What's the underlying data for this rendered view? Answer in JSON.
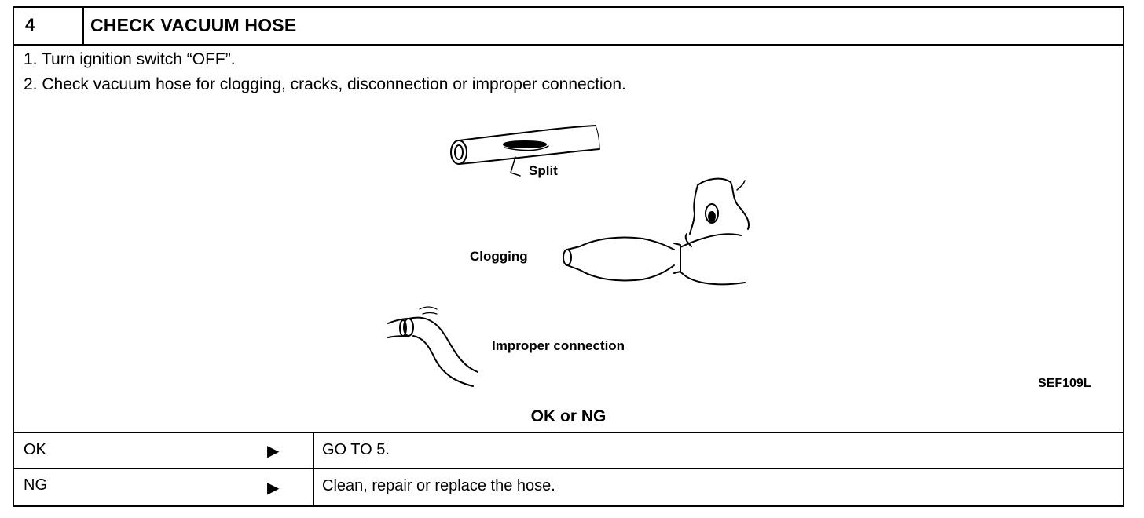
{
  "step": {
    "number": "4",
    "title": "CHECK VACUUM HOSE"
  },
  "instructions": [
    "1.  Turn ignition switch “OFF”.",
    "2.  Check vacuum hose for clogging, cracks, disconnection or improper connection."
  ],
  "illustration": {
    "labels": {
      "split": "Split",
      "clogging": "Clogging",
      "improper": "Improper connection"
    },
    "reference_code": "SEF109L"
  },
  "result_header": "OK or NG",
  "results": [
    {
      "result": "OK",
      "action": "GO TO 5."
    },
    {
      "result": "NG",
      "action": "Clean, repair or replace the hose."
    }
  ],
  "icons": {
    "arrow": "triangle-right-icon"
  }
}
